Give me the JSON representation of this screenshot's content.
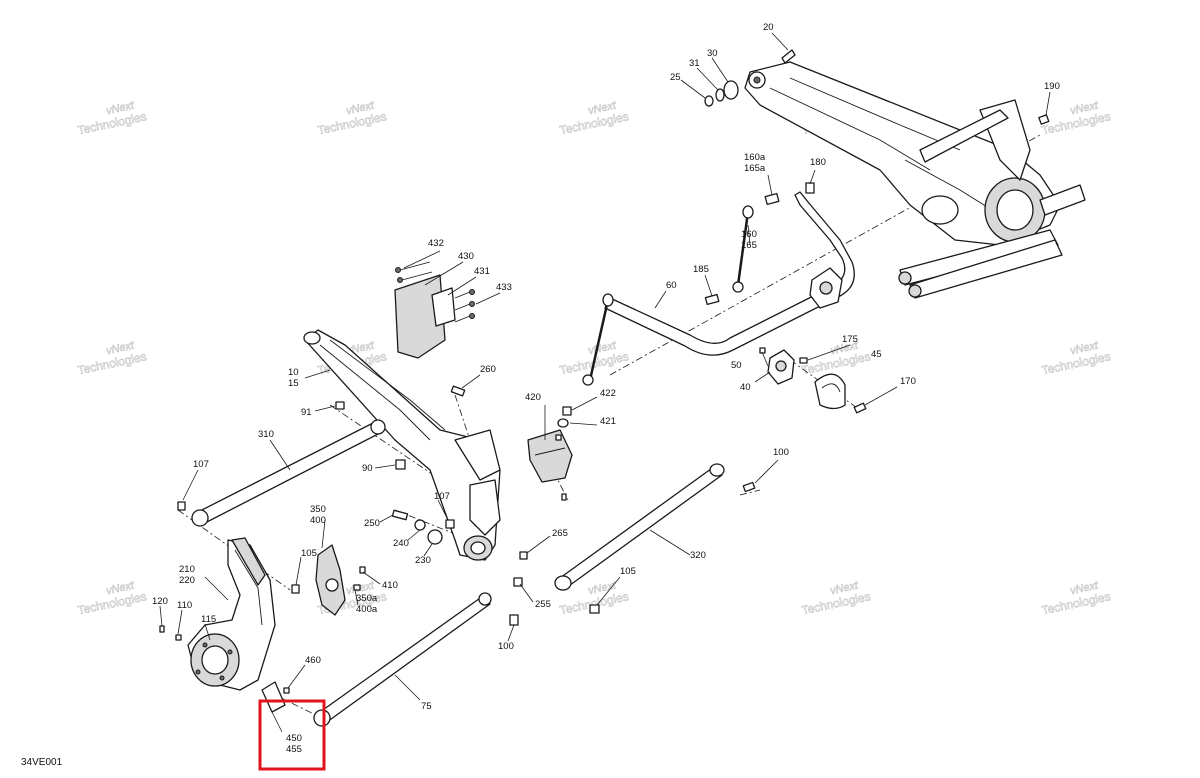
{
  "diagram": {
    "code": "34VE001",
    "watermark": {
      "line1": "vNext",
      "line2": "Technologies"
    },
    "highlight_color": "#e3131b",
    "part_labels": [
      {
        "text": "20"
      },
      {
        "text": "30"
      },
      {
        "text": "31"
      },
      {
        "text": "25"
      },
      {
        "text": "190"
      },
      {
        "text": "160a"
      },
      {
        "text": "165a"
      },
      {
        "text": "180"
      },
      {
        "text": "160"
      },
      {
        "text": "165"
      },
      {
        "text": "185"
      },
      {
        "text": "60"
      },
      {
        "text": "432"
      },
      {
        "text": "430"
      },
      {
        "text": "431"
      },
      {
        "text": "433"
      },
      {
        "text": "10"
      },
      {
        "text": "15"
      },
      {
        "text": "91"
      },
      {
        "text": "260"
      },
      {
        "text": "420"
      },
      {
        "text": "422"
      },
      {
        "text": "421"
      },
      {
        "text": "175"
      },
      {
        "text": "45"
      },
      {
        "text": "50"
      },
      {
        "text": "40"
      },
      {
        "text": "170"
      },
      {
        "text": "310"
      },
      {
        "text": "107"
      },
      {
        "text": "90"
      },
      {
        "text": "100"
      },
      {
        "text": "350"
      },
      {
        "text": "400"
      },
      {
        "text": "250"
      },
      {
        "text": "107"
      },
      {
        "text": "240"
      },
      {
        "text": "230"
      },
      {
        "text": "265"
      },
      {
        "text": "320"
      },
      {
        "text": "210"
      },
      {
        "text": "220"
      },
      {
        "text": "105"
      },
      {
        "text": "410"
      },
      {
        "text": "350a"
      },
      {
        "text": "400a"
      },
      {
        "text": "255"
      },
      {
        "text": "105"
      },
      {
        "text": "120"
      },
      {
        "text": "110"
      },
      {
        "text": "115"
      },
      {
        "text": "100"
      },
      {
        "text": "460"
      },
      {
        "text": "75"
      },
      {
        "text": "450"
      },
      {
        "text": "455"
      }
    ]
  }
}
